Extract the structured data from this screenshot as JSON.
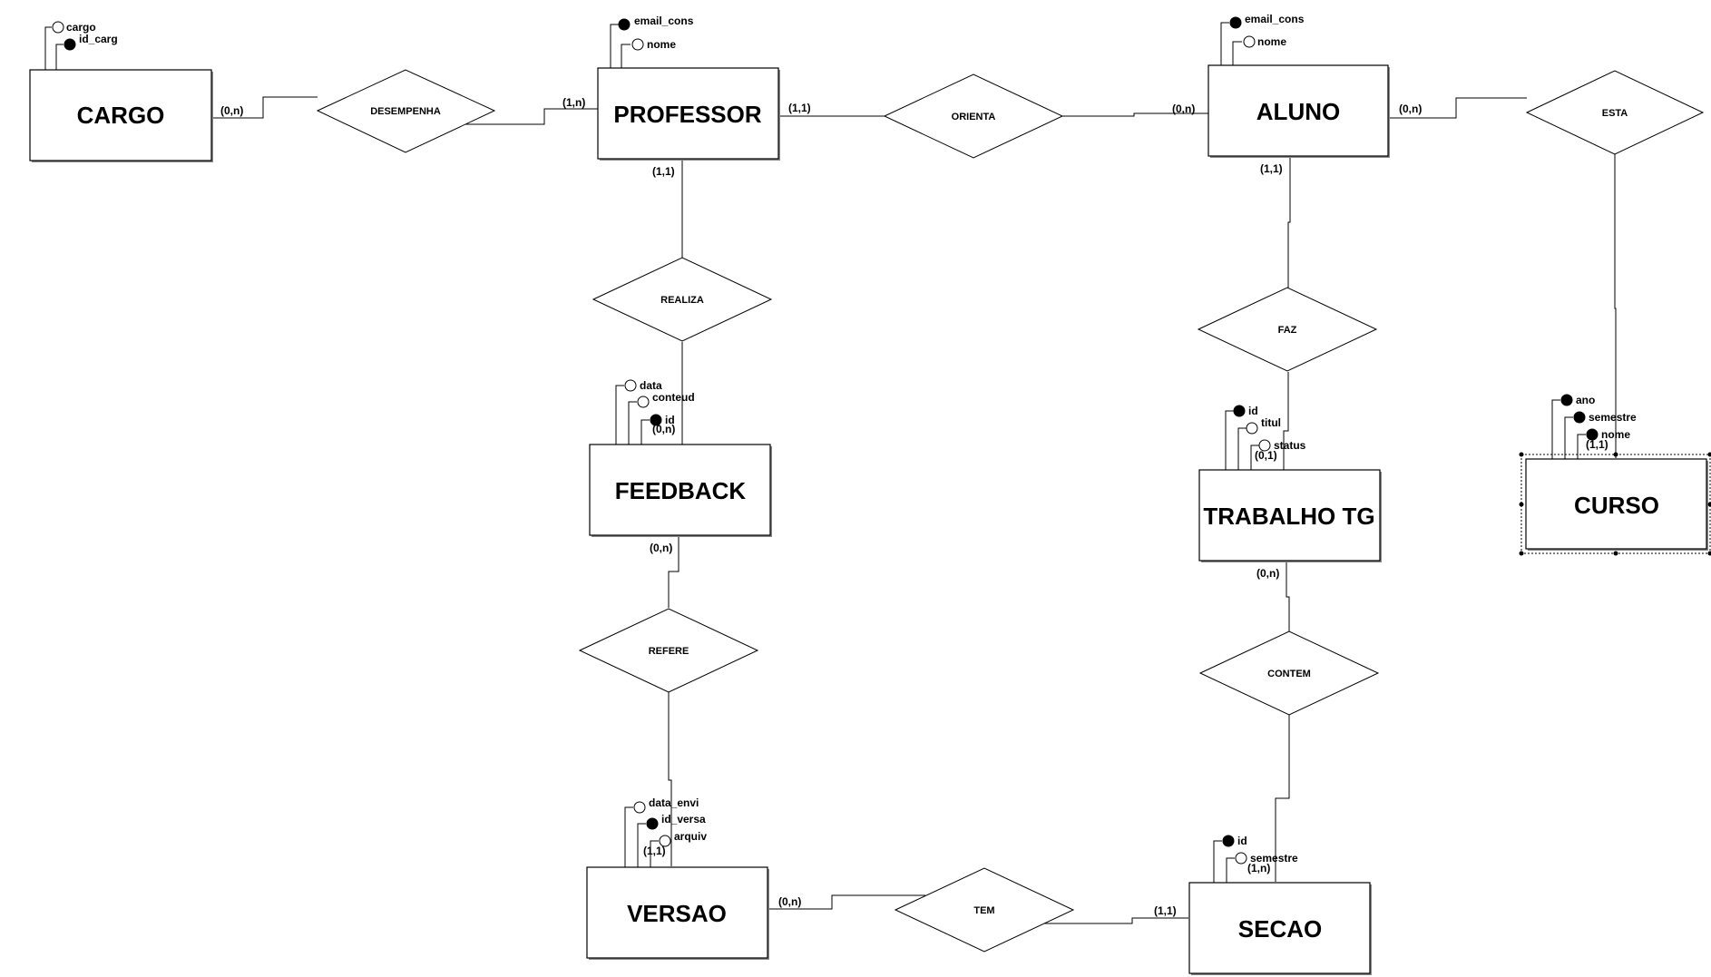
{
  "entities": {
    "cargo": "CARGO",
    "professor": "PROFESSOR",
    "aluno": "ALUNO",
    "feedback": "FEEDBACK",
    "trabalho": "TRABALHO TG",
    "curso": "CURSO",
    "versao": "VERSAO",
    "secao": "SECAO"
  },
  "relationships": {
    "desempenha": "DESEMPENHA",
    "orienta": "ORIENTA",
    "esta": "ESTA",
    "realiza": "REALIZA",
    "faz": "FAZ",
    "refere": "REFERE",
    "contem": "CONTEM",
    "tem": "TEM"
  },
  "attributes": {
    "cargo": [
      {
        "label": "cargo",
        "key": false
      },
      {
        "label": "id_carg",
        "key": true
      }
    ],
    "professor": [
      {
        "label": "email_cons",
        "key": true
      },
      {
        "label": "nome",
        "key": false
      }
    ],
    "aluno": [
      {
        "label": "email_cons",
        "key": true
      },
      {
        "label": "nome",
        "key": false
      }
    ],
    "feedback": [
      {
        "label": "data",
        "key": false
      },
      {
        "label": "conteud",
        "key": false
      },
      {
        "label": "id",
        "key": true
      }
    ],
    "trabalho": [
      {
        "label": "id",
        "key": true
      },
      {
        "label": "titul",
        "key": false
      },
      {
        "label": "status",
        "key": false
      }
    ],
    "curso": [
      {
        "label": "ano",
        "key": true
      },
      {
        "label": "semestre",
        "key": true
      },
      {
        "label": "nome",
        "key": true
      }
    ],
    "versao": [
      {
        "label": "data_envi",
        "key": false
      },
      {
        "label": "id_versa",
        "key": true
      },
      {
        "label": "arquiv",
        "key": false
      }
    ],
    "secao": [
      {
        "label": "id",
        "key": true
      },
      {
        "label": "semestre",
        "key": false
      }
    ]
  },
  "cardinalities": {
    "cargo_desempenha": "(0,n)",
    "professor_desempenha": "(1,n)",
    "professor_orienta": "(1,1)",
    "aluno_orienta": "(0,n)",
    "aluno_esta": "(0,n)",
    "curso_esta": "(1,1)",
    "professor_realiza": "(1,1)",
    "feedback_realiza": "(0,n)",
    "aluno_faz": "(1,1)",
    "trabalho_faz": "(0,1)",
    "feedback_refere": "(0,n)",
    "versao_refere": "(1,1)",
    "trabalho_contem": "(0,n)",
    "secao_contem": "(1,n)",
    "versao_tem": "(0,n)",
    "secao_tem": "(1,1)"
  }
}
